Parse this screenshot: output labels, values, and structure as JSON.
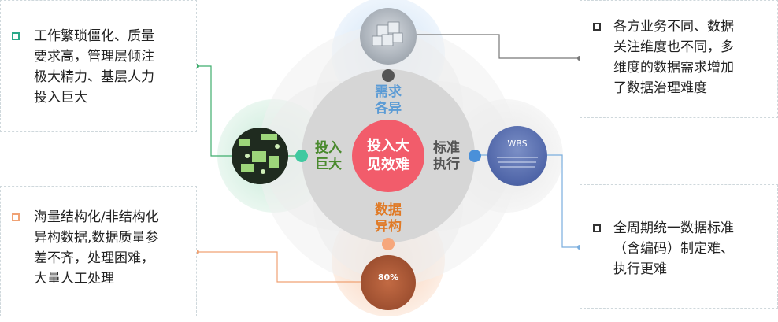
{
  "center": {
    "line1": "投入大",
    "line2": "见效难"
  },
  "petals": {
    "top": {
      "line1": "需求",
      "line2": "各异",
      "color": "#5b9bd5"
    },
    "left": {
      "line1": "投入",
      "line2": "巨大",
      "color": "#4a8a2e"
    },
    "right": {
      "line1": "标准",
      "line2": "执行",
      "color": "#555555"
    },
    "bottom": {
      "line1": "数据",
      "line2": "异构",
      "color": "#e07a26"
    }
  },
  "thumbs": {
    "wbs_label": "WBS",
    "pie_label": "80%"
  },
  "boxes": {
    "top_left": {
      "lines": [
        "工作繁琐僵化、质量",
        "要求高，管理层倾注",
        "极大精力、基层人力",
        "投入巨大"
      ],
      "bullet_color": "#2aa889"
    },
    "bottom_left": {
      "lines": [
        "海量结构化/非结构化",
        "异构数据,数据质量参",
        "差不齐，处理困难，",
        "大量人工处理"
      ],
      "bullet_color": "#f0a274"
    },
    "top_right": {
      "lines": [
        "各方业务不同、数据",
        "关注维度也不同，多",
        "维度的数据需求增加",
        "了数据治理难度"
      ],
      "bullet_color": "#333333"
    },
    "bottom_right": {
      "lines": [
        "全周期统一数据标准",
        "（含编码）制定难、",
        "执行更难"
      ],
      "bullet_color": "#333333"
    }
  },
  "colors": {
    "center_red": "#f25c6b",
    "inner_gray": "#d6d6d6",
    "green_line": "#3fae6d",
    "orange_line": "#f0a274",
    "gray_line": "#777777",
    "blue_line": "#7aaede"
  }
}
